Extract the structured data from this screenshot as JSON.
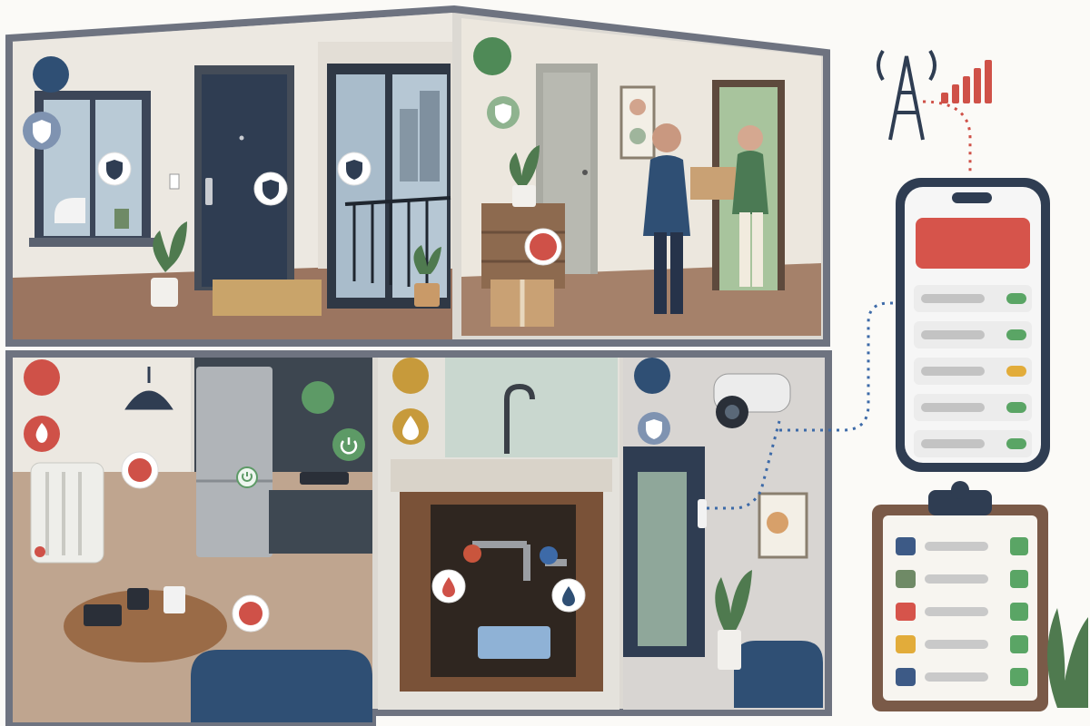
{
  "palette": {
    "security": "#2f4f74",
    "delivery": "#4f8a57",
    "fire": "#cf5148",
    "power": "#5d9a66",
    "water": "#c79a3b",
    "camera": "#2f4f74",
    "wall": "#ece8e1",
    "frame": "#6e7380",
    "floor": "#a5816a",
    "dark_navy": "#2f3d52"
  },
  "rooms": [
    {
      "id": "entry",
      "category_color": "security",
      "status_icons": [
        "shield-icon",
        "shield-icon",
        "shield-icon",
        "shield-icon"
      ]
    },
    {
      "id": "delivery",
      "category_color": "delivery",
      "status_icons": [
        "shield-icon",
        "alert-dot-icon"
      ]
    },
    {
      "id": "living",
      "category_color": "fire",
      "status_icons": [
        "flame-icon",
        "alert-dot-icon",
        "alert-dot-icon"
      ]
    },
    {
      "id": "kitchen",
      "category_color": "power",
      "status_icons": [
        "power-icon",
        "power-icon"
      ]
    },
    {
      "id": "sink",
      "category_color": "water",
      "status_icons": [
        "water-drop-icon",
        "water-drop-icon",
        "water-drop-icon"
      ]
    },
    {
      "id": "hallway",
      "category_color": "camera",
      "status_icons": [
        "shield-icon"
      ]
    }
  ],
  "signal": {
    "icon": "cell-tower-icon",
    "bars": 5
  },
  "phone_app": {
    "banner_color": "#d6544b",
    "rows": [
      {
        "status_color": "#5aa565"
      },
      {
        "status_color": "#5aa565"
      },
      {
        "status_color": "#e2ac3a"
      },
      {
        "status_color": "#5aa565"
      },
      {
        "status_color": "#5aa565"
      }
    ]
  },
  "checklist": {
    "items": [
      {
        "category_color": "#3d5a86",
        "check_color": "#5aa565"
      },
      {
        "category_color": "#6f8a66",
        "check_color": "#5aa565"
      },
      {
        "category_color": "#d6544b",
        "check_color": "#5aa565"
      },
      {
        "category_color": "#e2ac3a",
        "check_color": "#5aa565"
      },
      {
        "category_color": "#3d5a86",
        "check_color": "#5aa565"
      }
    ]
  }
}
